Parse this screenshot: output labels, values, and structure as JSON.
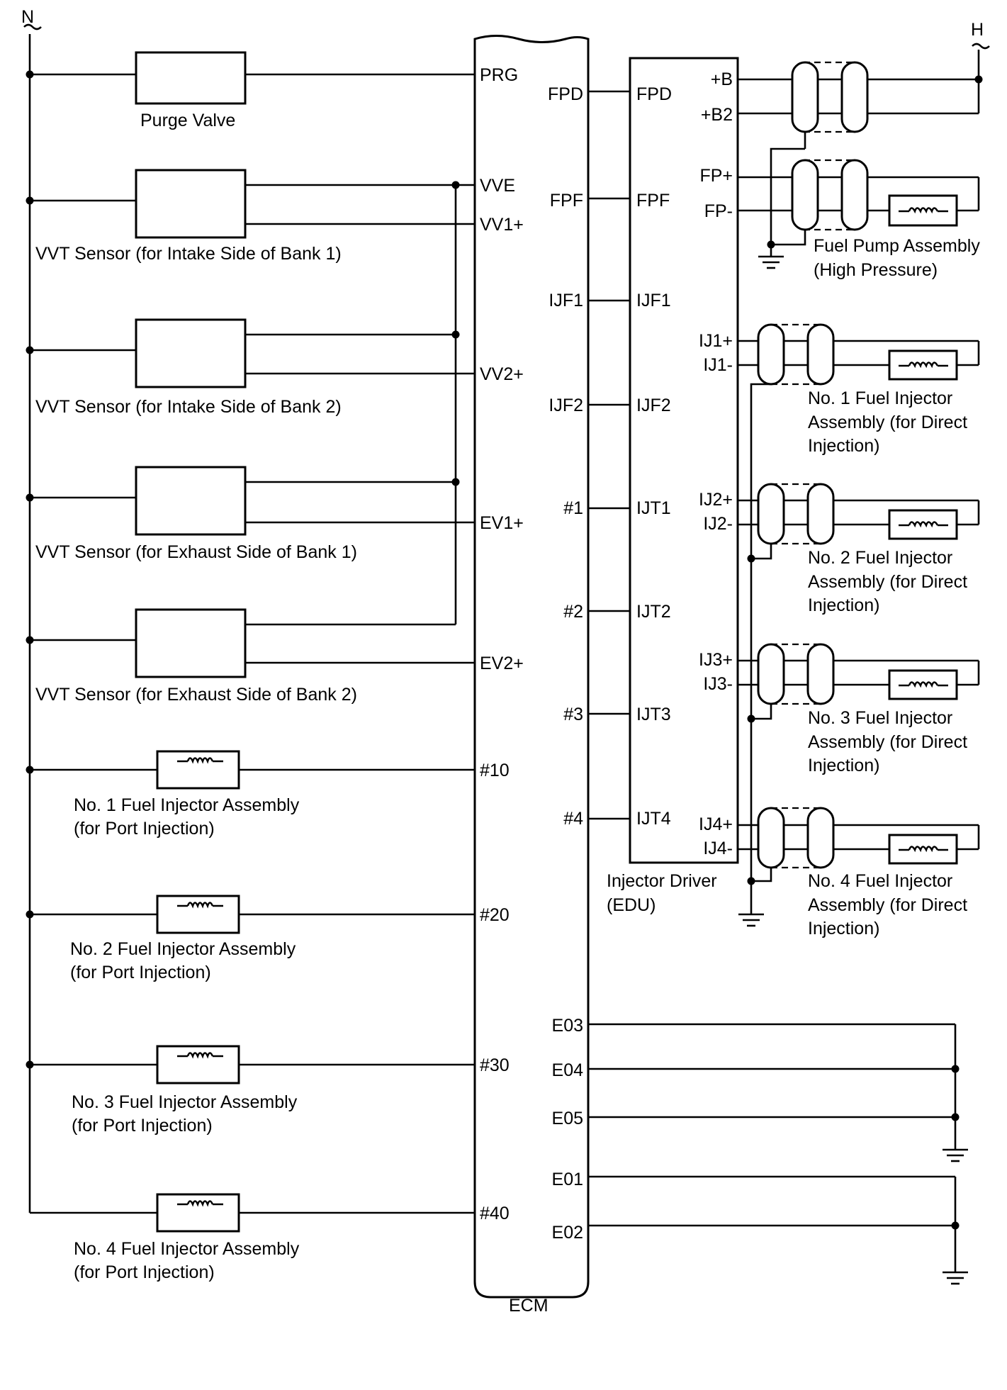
{
  "left_bus_label": "N",
  "right_bus_label": "H",
  "ecm": {
    "label": "ECM",
    "left_pins": [
      "PRG",
      "VVE",
      "VV1+",
      "VV2+",
      "EV1+",
      "EV2+",
      "#10",
      "#20",
      "#30",
      "#40"
    ],
    "right_pins": [
      "FPD",
      "FPF",
      "IJF1",
      "IJF2",
      "#1",
      "#2",
      "#3",
      "#4",
      "E03",
      "E04",
      "E05",
      "E01",
      "E02"
    ]
  },
  "edu": {
    "label_line1": "Injector Driver",
    "label_line2": "(EDU)",
    "left_pins": [
      "FPD",
      "FPF",
      "IJF1",
      "IJF2",
      "IJT1",
      "IJT2",
      "IJT3",
      "IJT4"
    ],
    "right_pins": [
      "+B",
      "+B2",
      "FP+",
      "FP-",
      "IJ1+",
      "IJ1-",
      "IJ2+",
      "IJ2-",
      "IJ3+",
      "IJ3-",
      "IJ4+",
      "IJ4-"
    ]
  },
  "components": {
    "purge_valve": "Purge Valve",
    "vvt_intake_b1": "VVT Sensor (for Intake Side of Bank 1)",
    "vvt_intake_b2": "VVT Sensor (for Intake Side of Bank 2)",
    "vvt_exhaust_b1": "VVT Sensor (for Exhaust Side of Bank 1)",
    "vvt_exhaust_b2": "VVT Sensor (for Exhaust Side of Bank 2)",
    "port_inj": [
      {
        "line1": "No. 1 Fuel Injector Assembly",
        "line2": "(for Port Injection)"
      },
      {
        "line1": "No. 2 Fuel Injector Assembly",
        "line2": "(for Port Injection)"
      },
      {
        "line1": "No. 3 Fuel Injector Assembly",
        "line2": "(for Port Injection)"
      },
      {
        "line1": "No. 4 Fuel Injector Assembly",
        "line2": "(for Port Injection)"
      }
    ],
    "fuel_pump": {
      "line1": "Fuel Pump Assembly",
      "line2": "(High Pressure)"
    },
    "direct_inj": [
      {
        "line1": "No. 1 Fuel Injector",
        "line2": "Assembly (for Direct",
        "line3": "Injection)"
      },
      {
        "line1": "No. 2 Fuel Injector",
        "line2": "Assembly (for Direct",
        "line3": "Injection)"
      },
      {
        "line1": "No. 3 Fuel Injector",
        "line2": "Assembly (for Direct",
        "line3": "Injection)"
      },
      {
        "line1": "No. 4 Fuel Injector",
        "line2": "Assembly (for Direct",
        "line3": "Injection)"
      }
    ]
  }
}
